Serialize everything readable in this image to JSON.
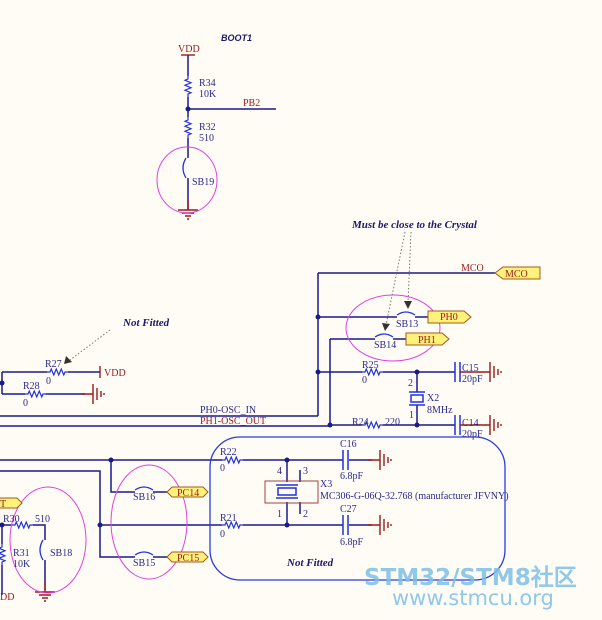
{
  "notes": {
    "boot": "BOOT1",
    "crystal_note": "Must be close to the Crystal",
    "not_fitted_1": "Not Fitted",
    "not_fitted_2": "Not Fitted"
  },
  "power": {
    "vdd_top": "VDD",
    "vdd_r27": "VDD",
    "vdd_bottom": "DD"
  },
  "nets": {
    "pb2": "PB2",
    "mco": "MCO",
    "osc_in": "PH0-OSC_IN",
    "osc_out": "PH1-OSC_OUT"
  },
  "ports": {
    "mco": "MCO",
    "ph0": "PH0",
    "ph1": "PH1",
    "pc14": "PC14",
    "pc15": "PC15",
    "left": "T"
  },
  "components": {
    "r34": {
      "ref": "R34",
      "value": "10K"
    },
    "r32": {
      "ref": "R32",
      "value": "510"
    },
    "sb19": {
      "ref": "SB19"
    },
    "sb13": {
      "ref": "SB13"
    },
    "sb14": {
      "ref": "SB14"
    },
    "r25": {
      "ref": "R25",
      "value": "0"
    },
    "r24": {
      "ref": "R24",
      "value": "220"
    },
    "c15": {
      "ref": "C15",
      "value": "20pF"
    },
    "c14": {
      "ref": "C14",
      "value": "20pF"
    },
    "x2": {
      "ref": "X2",
      "value": "8MHz",
      "pin1": "1",
      "pin2": "2"
    },
    "r27": {
      "ref": "R27",
      "value": "0"
    },
    "r28": {
      "ref": "R28",
      "value": "0"
    },
    "r22": {
      "ref": "R22",
      "value": "0"
    },
    "r21": {
      "ref": "R21",
      "value": "0"
    },
    "c16": {
      "ref": "C16",
      "value": "6.8pF"
    },
    "c27": {
      "ref": "C27",
      "value": "6.8pF"
    },
    "x3": {
      "ref": "X3",
      "value": "MC306-G-06Q-32.768 (manufacturer JFVNY)",
      "pin1": "1",
      "pin2": "2",
      "pin3": "3",
      "pin4": "4"
    },
    "sb16": {
      "ref": "SB16"
    },
    "sb15": {
      "ref": "SB15"
    },
    "r30": {
      "ref": "R30",
      "value": "510"
    },
    "r31": {
      "ref": "R31",
      "value": "10K"
    },
    "sb18": {
      "ref": "SB18"
    }
  },
  "watermark": {
    "line1": "STM32/STM8社区",
    "line2": "www.stmcu.org"
  },
  "colors": {
    "wire": "#1a1a8a",
    "power": "#9a1a1a",
    "port_fill": "#fff27a",
    "highlight": "#e040e0",
    "watermark": "#7cc0e6"
  }
}
